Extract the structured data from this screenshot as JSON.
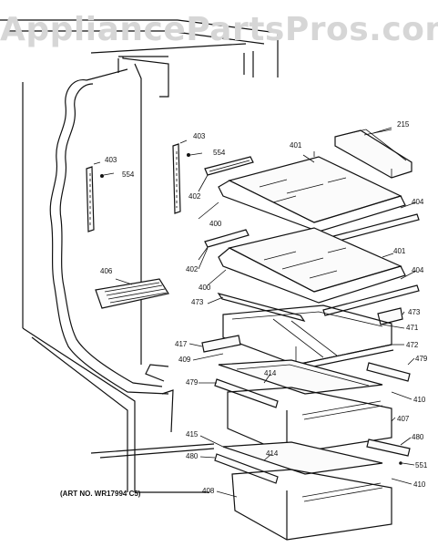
{
  "watermark": "AppliancePartsPros.com",
  "art_number": "(ART NO. WR17994 C5)",
  "labels": {
    "l215": "215",
    "l401a": "401",
    "l403a": "403",
    "l554a": "554",
    "l402a": "402",
    "l404a": "404",
    "l403b": "403",
    "l554b": "554",
    "l400a": "400",
    "l401b": "401",
    "l402b": "402",
    "l404b": "404",
    "l406": "406",
    "l400b": "400",
    "l473a": "473",
    "l473b": "473",
    "l471": "471",
    "l417": "417",
    "l472": "472",
    "l409": "409",
    "l479a": "479",
    "l414a": "414",
    "l479b": "479",
    "l410a": "410",
    "l407": "407",
    "l415": "415",
    "l480a": "480",
    "l480b": "480",
    "l414b": "414",
    "l551": "551",
    "l410b": "410",
    "l408": "408"
  }
}
